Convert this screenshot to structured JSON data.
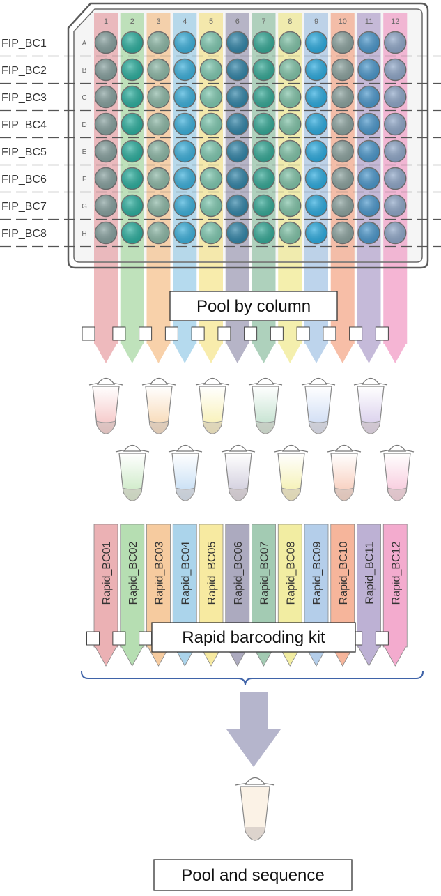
{
  "plate": {
    "columns": [
      "1",
      "2",
      "3",
      "4",
      "5",
      "6",
      "7",
      "8",
      "9",
      "10",
      "11",
      "12"
    ],
    "rows": [
      "A",
      "B",
      "C",
      "D",
      "E",
      "F",
      "G",
      "H"
    ],
    "row_barcodes": [
      "FIP_BC1",
      "FIP_BC2",
      "FIP_BC3",
      "FIP_BC4",
      "FIP_BC5",
      "FIP_BC6",
      "FIP_BC7",
      "FIP_BC8"
    ]
  },
  "pool_by_column_label": "Pool by column",
  "rapid_barcodes": [
    "Rapid_BC01",
    "Rapid_BC02",
    "Rapid_BC03",
    "Rapid_BC04",
    "Rapid_BC05",
    "Rapid_BC06",
    "Rapid_BC07",
    "Rapid_BC08",
    "Rapid_BC09",
    "Rapid_BC10",
    "Rapid_BC11",
    "Rapid_BC12"
  ],
  "rapid_kit_label": "Rapid barcoding kit",
  "final_label": "Pool and sequence",
  "colors": {
    "column_tints": [
      "#e8a3a7",
      "#a9d8a4",
      "#f5c28e",
      "#9ccde8",
      "#f6e690",
      "#9d9bb4",
      "#93c2a6",
      "#f0ea92",
      "#a7c5e6",
      "#f4a88a",
      "#b2a3cc",
      "#f19cc6"
    ],
    "well_fills": [
      "#86a09e",
      "#2aaf9e",
      "#8cb8a6",
      "#3ab0dc",
      "#7ec9b0",
      "#2f84a8",
      "#33a996",
      "#80c4a8",
      "#2aabe0",
      "#8ba29e",
      "#4a97cc",
      "#8ea6c8"
    ],
    "tube_tints": [
      "#f3bcbc",
      "#f6d2a8",
      "#f7eea8",
      "#b8dcc6",
      "#c6d6f2",
      "#d2c6e8",
      "#c4e6bc",
      "#bcd8f2",
      "#c8c4d6",
      "#f3eea4",
      "#f6c4b0",
      "#f6c0d6"
    ],
    "final_arrow": "#b5b5cc",
    "bracket": "#3f63a8"
  }
}
